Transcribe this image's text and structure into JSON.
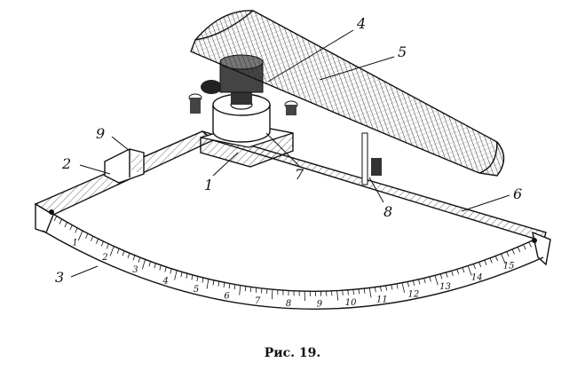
{
  "figure": {
    "caption": "Рис. 19.",
    "callouts": [
      "1",
      "2",
      "3",
      "4",
      "5",
      "6",
      "7",
      "8",
      "9"
    ],
    "scale_numbers": [
      "1",
      "2",
      "3",
      "4",
      "5",
      "6",
      "7",
      "8",
      "9",
      "10",
      "11",
      "12",
      "13",
      "14",
      "15"
    ]
  }
}
